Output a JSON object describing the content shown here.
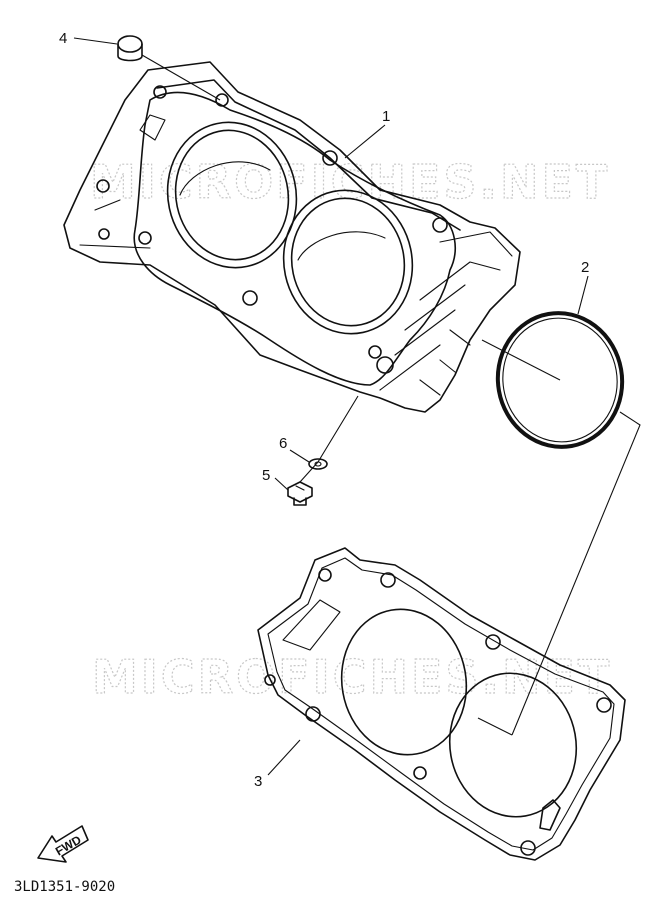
{
  "diagram": {
    "watermark_text": "MICROFICHES.NET",
    "reference_code": "3LD1351-9020",
    "direction_label": "FWD",
    "callouts": [
      {
        "id": "1",
        "label": "1"
      },
      {
        "id": "2",
        "label": "2"
      },
      {
        "id": "3",
        "label": "3"
      },
      {
        "id": "4",
        "label": "4"
      },
      {
        "id": "5",
        "label": "5"
      },
      {
        "id": "6",
        "label": "6"
      }
    ]
  }
}
